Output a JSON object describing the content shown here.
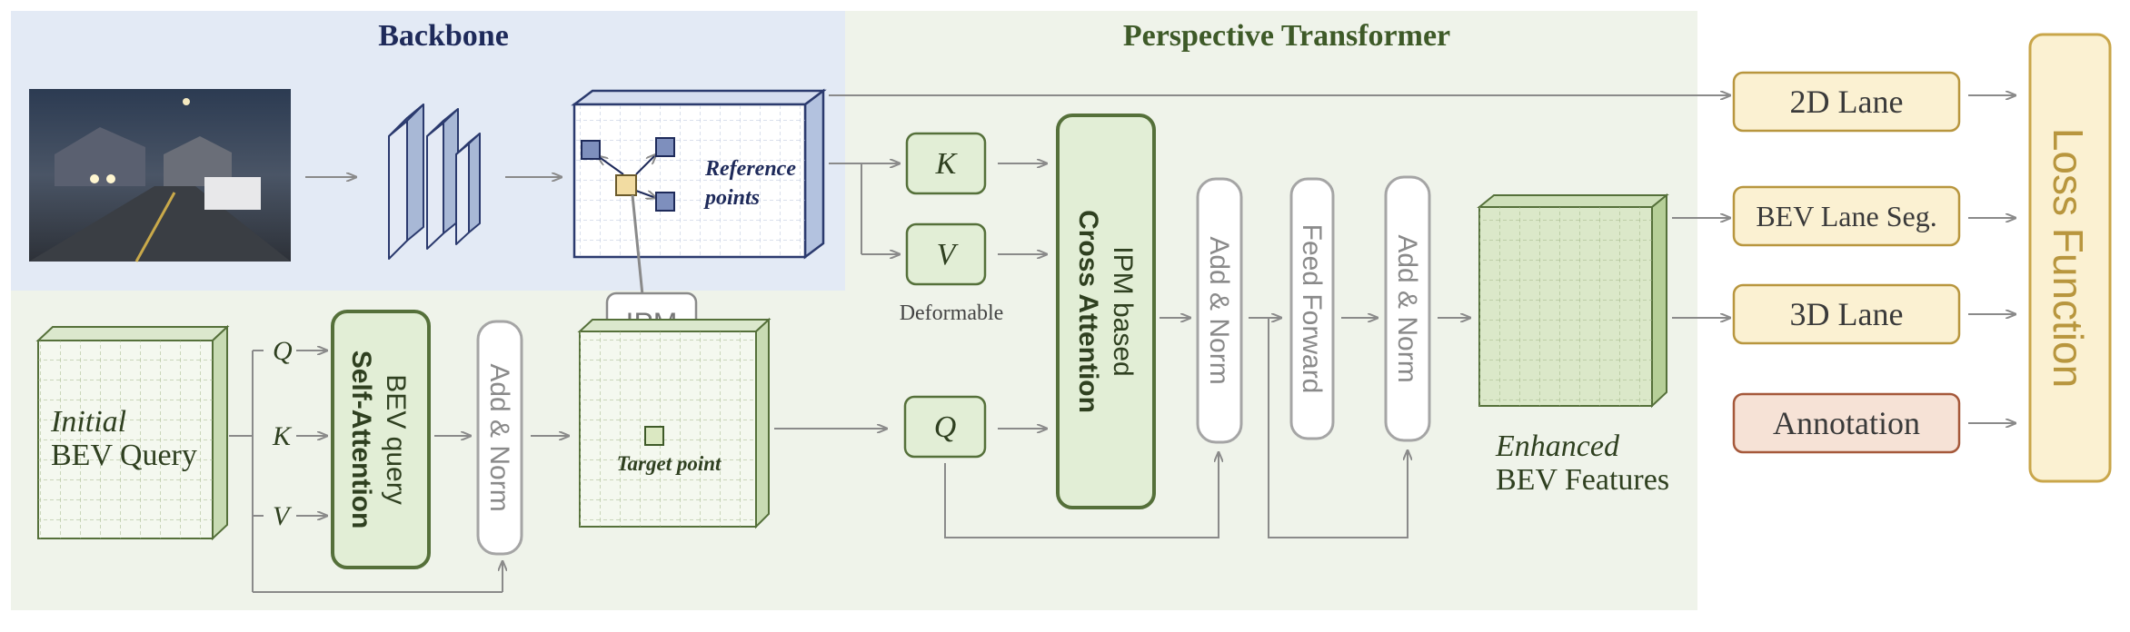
{
  "sections": {
    "backbone_title": "Backbone",
    "transformer_title": "Perspective Transformer"
  },
  "backbone": {
    "reference_points_line1": "Reference",
    "reference_points_line2": "points",
    "ipm_label": "IPM"
  },
  "bev_query": {
    "initial_label": "Initial",
    "bev_query_label": "BEV Query",
    "q": "Q",
    "k": "K",
    "v": "V",
    "self_attn_line1": "BEV query",
    "self_attn_line2": "Self-Attention",
    "add_norm": "Add & Norm",
    "target_point": "Target point"
  },
  "transformer": {
    "k": "K",
    "v": "V",
    "q": "Q",
    "deformable": "Deformable",
    "cross_attn_line1": "IPM based",
    "cross_attn_line2": "Cross Attention",
    "add_norm_1": "Add & Norm",
    "feed_forward": "Feed Forward",
    "add_norm_2": "Add & Norm",
    "enhanced_line1": "Enhanced",
    "enhanced_line2": "BEV Features"
  },
  "outputs": {
    "lane_2d": "2D Lane",
    "bev_lane_seg": "BEV Lane Seg.",
    "lane_3d": "3D Lane",
    "annotation": "Annotation",
    "loss": "Loss Function"
  },
  "colors": {
    "backbone_bg": "#e3eaf5",
    "transformer_bg": "#eff3ea",
    "title_navy": "#1e2a5a",
    "title_green": "#3e5a28",
    "green_fill": "#e2eed6",
    "green_stroke": "#55703a",
    "gray_stroke": "#9a9a9a",
    "arrow": "#8a8a8a",
    "yellow_fill": "#fbf1d2",
    "yellow_stroke": "#b8963e",
    "annotation_fill": "#f6e2d6",
    "annotation_stroke": "#a5583a",
    "blue_fill": "#cfd9ec",
    "blue_stroke": "#2b3a6e"
  }
}
